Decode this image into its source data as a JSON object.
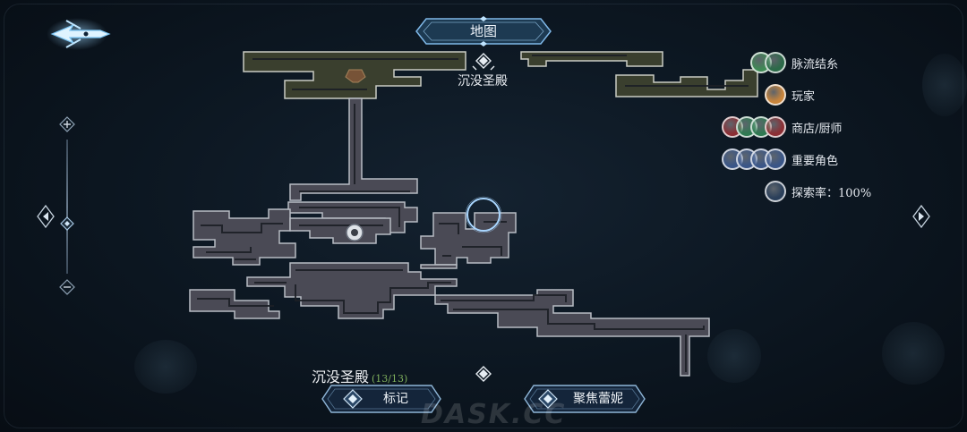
{
  "header": {
    "title": "地图"
  },
  "map": {
    "location_label": "沉没圣殿",
    "current_area": "沉没圣殿",
    "area_progress": "(13/13)"
  },
  "legend": {
    "items": [
      {
        "label": "脉流结糸",
        "icons": [
          "vein-node-icon",
          "teleport-icon"
        ],
        "colors": [
          "#3f8a55",
          "#2b6a48"
        ]
      },
      {
        "label": "玩家",
        "icons": [
          "player-icon"
        ],
        "colors": [
          "#c9853c"
        ]
      },
      {
        "label": "商店/厨师",
        "icons": [
          "shop-icon",
          "shop-icon",
          "chef-icon",
          "chef-icon"
        ],
        "colors": [
          "#8c2f35",
          "#2f7a52",
          "#2f7a52",
          "#8c2f35"
        ]
      },
      {
        "label": "重要角色",
        "icons": [
          "character-icon",
          "character-icon",
          "character-icon",
          "character-icon"
        ],
        "colors": [
          "#3a5688",
          "#3a5688",
          "#3a5688",
          "#3a5688"
        ]
      },
      {
        "label": "探索率：100%",
        "icons": [
          "exploration-icon"
        ],
        "colors": [
          "#2a3f5a"
        ]
      }
    ]
  },
  "actions": {
    "mark_label": "标记",
    "focus_label": "聚焦蕾妮"
  },
  "watermark": "DASK.CC",
  "colors": {
    "background": "#0b141d",
    "map_fill": "#4a4a55",
    "map_edge": "#b8bcc4",
    "upper_area_fill": "#3a3f2e",
    "accent": "#7fb8e8"
  }
}
